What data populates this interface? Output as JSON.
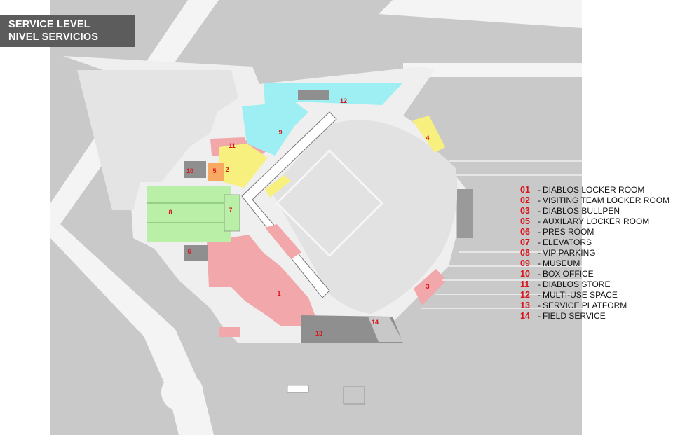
{
  "title": {
    "line1": "SERVICE LEVEL",
    "line2": "NIVEL SERVICIOS"
  },
  "colors": {
    "background_gray": "#c9c9c9",
    "road_white": "#f4f4f4",
    "field": "#e2e2e2",
    "red_zone": "#f2a7ab",
    "yellow_zone": "#f7f07e",
    "cyan_zone": "#9deff3",
    "green_zone": "#b9efa7",
    "orange_zone": "#f7a863",
    "dark_gray_zone": "#8f8f8f",
    "number_red": "#d9141b"
  },
  "legend": [
    {
      "num": "01",
      "sep": "-",
      "label": "DIABLOS LOCKER ROOM"
    },
    {
      "num": "02",
      "sep": "-",
      "label": "VISITING TEAM LOCKER ROOM"
    },
    {
      "num": "03",
      "sep": "-",
      "label": "DIABLOS BULLPEN"
    },
    {
      "num": "05",
      "sep": "-",
      "label": "AUXILARY LOCKER ROOM"
    },
    {
      "num": "06",
      "sep": "-",
      "label": "PRES ROOM"
    },
    {
      "num": "07",
      "sep": "-",
      "label": "ELEVATORS"
    },
    {
      "num": "08",
      "sep": "-",
      "label": "VIP PARKING"
    },
    {
      "num": "09",
      "sep": "-",
      "label": "MUSEUM"
    },
    {
      "num": "10",
      "sep": "-",
      "label": "BOX OFFICE"
    },
    {
      "num": "11",
      "sep": "-",
      "label": "DIABLOS STORE"
    },
    {
      "num": "12",
      "sep": "-",
      "label": "MULTI-USE SPACE"
    },
    {
      "num": "13",
      "sep": "-",
      "label": "SERVICE PLATFORM"
    },
    {
      "num": "14",
      "sep": "-",
      "label": "FIELD SERVICE"
    }
  ],
  "plan_labels": {
    "n1": "1",
    "n2": "2",
    "n3": "3",
    "n4": "4",
    "n5": "5",
    "n6": "6",
    "n7": "7",
    "n8": "8",
    "n9": "9",
    "n10": "10",
    "n11": "11",
    "n12": "12",
    "n13": "13",
    "n14": "14"
  }
}
